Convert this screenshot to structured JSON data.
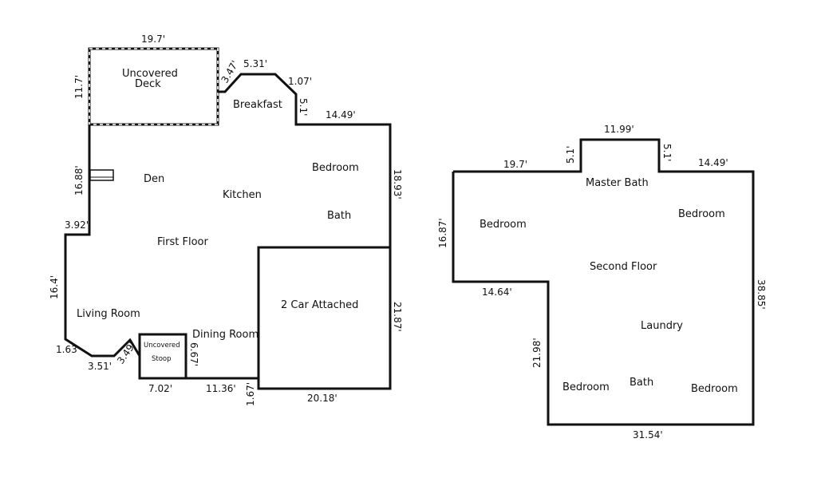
{
  "first_floor": {
    "title": "First Floor",
    "rooms": {
      "deck_line1": "Uncovered",
      "deck_line2": "Deck",
      "breakfast": "Breakfast",
      "den": "Den",
      "kitchen": "Kitchen",
      "bedroom": "Bedroom",
      "bath": "Bath",
      "living_room": "Living Room",
      "dining_room": "Dining Room",
      "garage": "2 Car Attached",
      "stoop_line1": "Uncovered",
      "stoop_line2": "Stoop"
    },
    "dimensions": {
      "deck_top": "19.7'",
      "deck_left": "11.7'",
      "diag_up": "3.47'",
      "top_bump": "5.31'",
      "diag_right": "1.07'",
      "step_down": "5.1'",
      "top_right": "14.49'",
      "right_wall": "18.93'",
      "den_left": "16.88'",
      "jog": "3.92'",
      "living_left": "16.4'",
      "bottom_left": "1.63",
      "bottom_short": "3.51'",
      "diag_bottom": "3.49'",
      "stoop_bottom": "7.02'",
      "stoop_right": "6.67'",
      "dining_bottom": "11.36'",
      "garage_jog": "1.67'",
      "garage_bottom": "20.18'",
      "garage_right": "21.87'"
    }
  },
  "second_floor": {
    "title": "Second Floor",
    "rooms": {
      "master_bath": "Master Bath",
      "bedroom_left": "Bedroom",
      "bedroom_right": "Bedroom",
      "laundry": "Laundry",
      "bedroom_bottom_left": "Bedroom",
      "bath": "Bath",
      "bedroom_bottom_right": "Bedroom"
    },
    "dimensions": {
      "top_left": "19.7'",
      "bump_left": "5.1'",
      "bump_top": "11.99'",
      "bump_right": "5.1'",
      "top_right": "14.49'",
      "left_wall": "16.87'",
      "step": "14.64'",
      "lower_left": "21.98'",
      "bottom": "31.54'",
      "right_wall": "38.85'"
    }
  }
}
